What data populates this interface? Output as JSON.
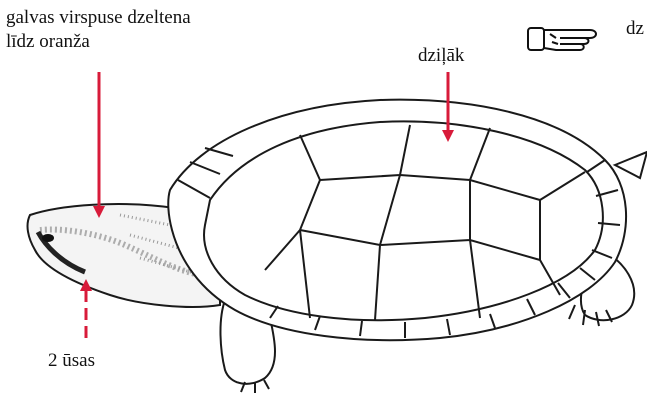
{
  "labels": {
    "head_color": [
      "galvas virspuse dzeltena",
      "līdz oranža"
    ],
    "deeper": "dziļāk",
    "barbels": "2 ūsas",
    "reference": "dz"
  },
  "colors": {
    "arrow": "#d81b3a",
    "outline": "#1a1a1a",
    "background": "#ffffff"
  },
  "icons": {
    "reference": "pointing-hand-icon"
  }
}
